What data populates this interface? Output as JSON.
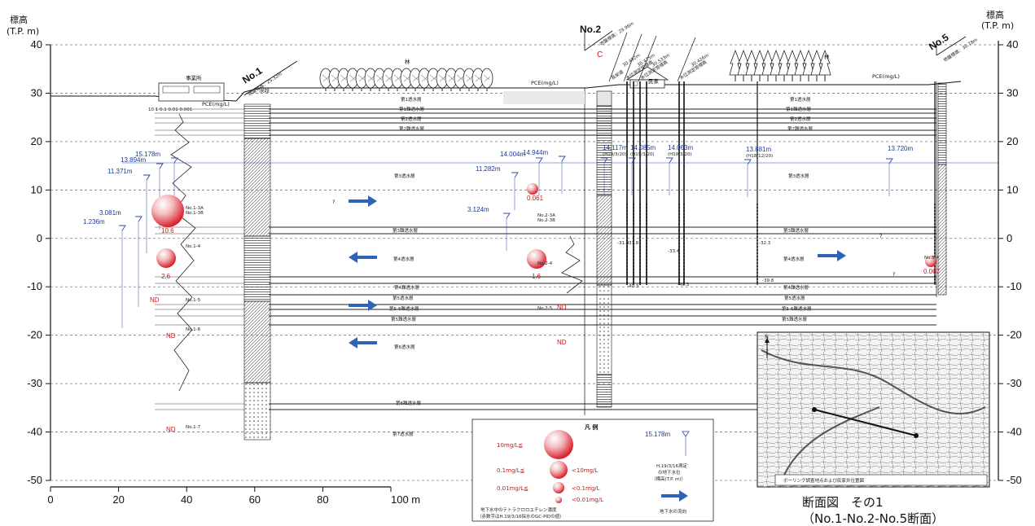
{
  "axes": {
    "left_title": "標高",
    "left_unit": "(T.P. m)",
    "right_title": "標高",
    "right_unit": "(T.P. m)",
    "y_ticks": [
      "40",
      "30",
      "20",
      "10",
      "0",
      "-10",
      "-20",
      "-30",
      "-40",
      "-50"
    ],
    "right_ticks": [
      "40",
      "30",
      "20",
      "10",
      "0",
      "-10",
      "-20",
      "-30",
      "-40",
      "-50"
    ],
    "x_ticks": [
      "0",
      "20",
      "40",
      "60",
      "80",
      "100 m"
    ]
  },
  "boreholes": {
    "no1": {
      "name": "No.1",
      "ground_label": "地盤標高：25.32m"
    },
    "no2": {
      "name": "No.2",
      "ground_label": "地盤標高：29.96m"
    },
    "no5": {
      "name": "No.5",
      "ground_label": "地盤標高：30.78m"
    }
  },
  "wells_top": [
    {
      "label": "長栄道",
      "elev": "30.492m"
    },
    {
      "label": "水位測定管標高",
      "elev": "30.475m"
    },
    {
      "label": "水位測定管標高",
      "elev": "30.533m"
    },
    {
      "label": "水位測定管標高",
      "elev": "30.426m"
    }
  ],
  "site_labels": {
    "office": "事業所",
    "forest1": "林",
    "house": "民家",
    "forest2": "林",
    "river": "渓段",
    "c_mark": "C",
    "pce": "PCE(mg/L)",
    "pce_scale": "10 1 0.1 0.01 0.001"
  },
  "layers": [
    {
      "name": "第1透水層"
    },
    {
      "name": "第1難透水層"
    },
    {
      "name": "第2透水層"
    },
    {
      "name": "第2難透水層"
    },
    {
      "name": "第3透水層"
    },
    {
      "name": "第3難透水層"
    },
    {
      "name": "第4透水層"
    },
    {
      "name": "第4難透水層"
    },
    {
      "name": "第5透水層"
    },
    {
      "name": "第5-6難透水層"
    },
    {
      "name": "第5難透水層"
    },
    {
      "name": "第6透水層"
    },
    {
      "name": "第6難透水層"
    },
    {
      "name": "第7透水層"
    }
  ],
  "water_levels": [
    {
      "value": "15.178m"
    },
    {
      "value": "13.894m"
    },
    {
      "value": "11.371m"
    },
    {
      "value": "3.081m"
    },
    {
      "value": "1.236m"
    },
    {
      "value": "14.004m"
    },
    {
      "value": "11.282m"
    },
    {
      "value": "14.944m"
    },
    {
      "value": "3.124m"
    },
    {
      "value": "14.117m",
      "date": "(H19/3/20)"
    },
    {
      "value": "14.085m",
      "date": "(H19/3/20)"
    },
    {
      "value": "14.063m",
      "date": "(H19/3/20)"
    },
    {
      "value": "13.881m",
      "date": "(H18/12/20)"
    },
    {
      "value": "13.720m"
    }
  ],
  "concentrations": [
    "10.6",
    "2.6",
    "0.061",
    "1.6",
    "0.067"
  ],
  "nd_labels": [
    "ND",
    "ND",
    "ND",
    "ND",
    "ND"
  ],
  "question_marks": [
    "?",
    "?",
    "?"
  ],
  "depth_marks": [
    "-31.8",
    "-31.8",
    "-33.4",
    "-32.3",
    "-40.3",
    "-40.3",
    "-39.8"
  ],
  "sample_labels": [
    "No.1-3A",
    "No.1-3B",
    "No.1-4",
    "No.1-5",
    "No.1-6",
    "No.1-7",
    "No.2-3A",
    "No.2-3B",
    "No.2-4",
    "No.2-5",
    "No.5-4"
  ],
  "legend": {
    "title": "凡 例",
    "items": [
      {
        "label": "10mg/L≦",
        "range": ""
      },
      {
        "label": "0.1mg/L≦",
        "range": "<10mg/L"
      },
      {
        "label": "0.01mg/L≦",
        "range": "<0.1mg/L"
      },
      {
        "label": "",
        "range": "<0.01mg/L"
      }
    ],
    "footnote_1": "地下水中のテトラクロロエチレン濃度",
    "footnote_2": "（赤数字はH.19/3/16採水のGC-PIDの値）",
    "wl_sample": "15.178m",
    "wl_note_1": "H.19/3/16測定",
    "wl_note_2": "の地下水位",
    "wl_note_3": "（標高(T.P. m)）",
    "flow_label": "地下水の流向"
  },
  "map": {
    "caption": "ボーリング調査地点および民家井位置図",
    "north": "N"
  },
  "caption": {
    "line1": "断面図　その1",
    "line2": "（No.1-No.2-No.5断面）"
  },
  "colors": {
    "flow_arrow": "#2f63b5",
    "water_level": "#2b4aa8",
    "sphere": "#d9232e",
    "concentration_text": "#c21a1a"
  }
}
